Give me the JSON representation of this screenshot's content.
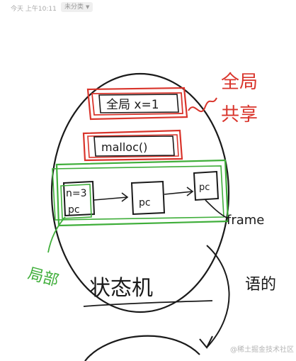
{
  "header": {
    "timestamp": "今天 上午10:11",
    "category": "未分类"
  },
  "diagram": {
    "global_label": "全局 x=1",
    "malloc_label": "malloc()",
    "shared_label_1": "全局",
    "shared_label_2": "共享",
    "frame_label": "frame",
    "frame_box_1_top": "n=3",
    "frame_box_1_bottom": "pc",
    "frame_box_2": "pc",
    "frame_box_3": "pc",
    "local_label": "局部",
    "state_machine_label": "状态机",
    "side_label": "语的",
    "colors": {
      "red": "#d9342b",
      "green": "#3fae3a",
      "ink": "#1a1a1a"
    }
  },
  "watermark": "@稀土掘金技术社区"
}
